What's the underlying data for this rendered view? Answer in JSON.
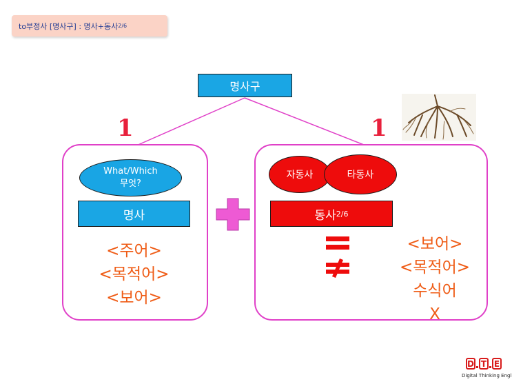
{
  "header": {
    "title": "to부정사 [명사구] : 명사+동사",
    "title_sup": "2/6"
  },
  "tree": {
    "root": "명사구",
    "left_count": "1",
    "right_count": "1"
  },
  "left": {
    "question_line1": "What/Which",
    "question_line2": "무엇?",
    "bar": "명사",
    "roles": [
      "<주어>",
      "<목적어>",
      "<보어>"
    ]
  },
  "right": {
    "oval_left": "자동사",
    "oval_right": "타동사",
    "bar": "동사",
    "bar_sup": "2/6",
    "roles": [
      "<보어>",
      "<목적어>",
      "수식어",
      "X"
    ]
  },
  "logo": {
    "letters": [
      "D",
      "T",
      "E"
    ],
    "caption": "Digital Thinking English"
  },
  "colors": {
    "blue": "#1aa6e4",
    "red": "#ee0c0c",
    "pink": "#e040c8",
    "orange": "#ef5c16"
  }
}
